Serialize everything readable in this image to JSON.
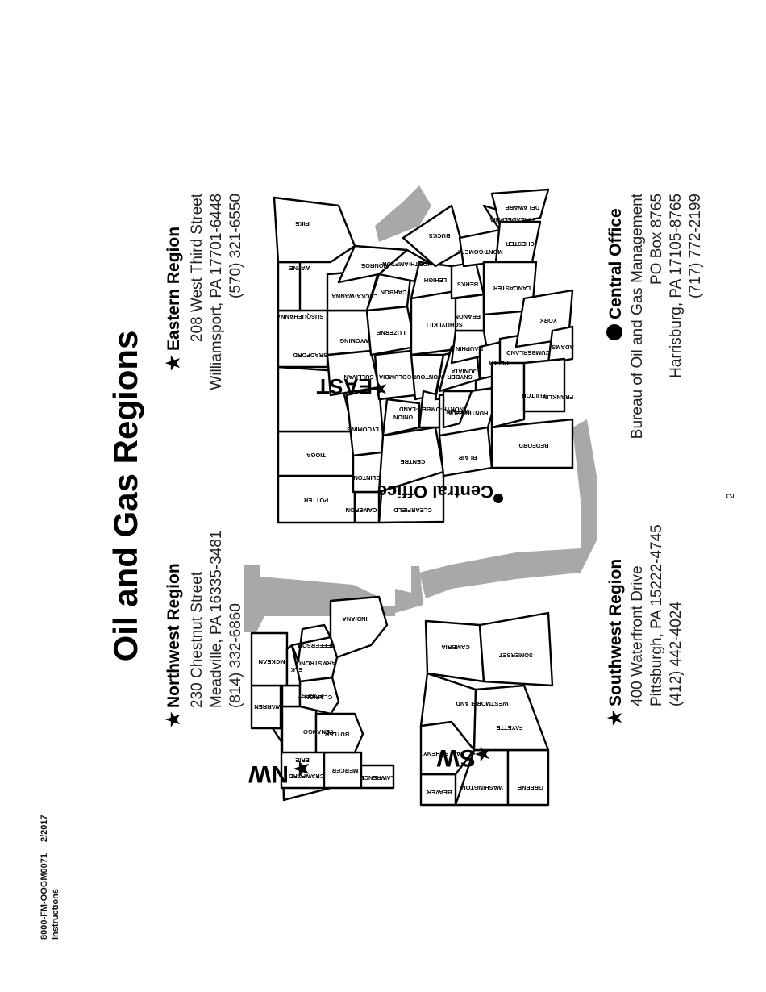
{
  "footer": {
    "form_number": "8000-FM-OOGM0071",
    "date": "2/2017",
    "section": "Instructions"
  },
  "title": "Oil and Gas Regions",
  "page_number": "- 2 -",
  "regions": {
    "northwest": {
      "name": "Northwest Region",
      "line1": "230 Chestnut Street",
      "line2": "Meadville, PA 16335-3481",
      "phone": "(814) 332-6860",
      "map_label": "NW"
    },
    "eastern": {
      "name": "Eastern Region",
      "line1": "208 West Third Street",
      "line2": "Williamsport, PA 17701-6448",
      "phone": "(570) 321-6550",
      "map_label": "EAST"
    },
    "southwest": {
      "name": "Southwest Region",
      "line1": "400 Waterfront Drive",
      "line2": "Pittsburgh, PA 15222-4745",
      "phone": "(412) 442-4024",
      "map_label": "SW"
    },
    "central": {
      "name": "Central Office",
      "line1": "Bureau of Oil and Gas Management",
      "line2": "PO Box 8765",
      "line3": "Harrisburg, PA 17105-8765",
      "phone": "(717) 772-2199",
      "map_label": "Central Office"
    }
  },
  "counties": {
    "northwest": [
      "ERIE",
      "CRAWFORD",
      "MERCER",
      "LAWRENCE",
      "WARREN",
      "VENANGO",
      "BUTLER",
      "FOREST",
      "CLARION",
      "ARMSTRONG",
      "MCKEAN",
      "ELK",
      "JEFFERSON",
      "INDIANA"
    ],
    "southwest": [
      "BEAVER",
      "ALLEGHENY",
      "WASHINGTON",
      "GREENE",
      "WESTMORELAND",
      "FAYETTE",
      "CAMBRIA",
      "SOMERSET"
    ],
    "eastern": [
      "POTTER",
      "TIOGA",
      "BRADFORD",
      "SUSQUEHANNA",
      "WAYNE",
      "PIKE",
      "CAMERON",
      "CLINTON",
      "LYCOMING",
      "SULLIVAN",
      "WYOMING",
      "LACKA-WANNA",
      "MONROE",
      "CLEARFIELD",
      "CENTRE",
      "UNION",
      "COLUMBIA",
      "LUZERNE",
      "CARBON",
      "NORTH-AMPTON",
      "MONTOUR",
      "NORTH-UMBER-LAND",
      "SNYDER",
      "SCHUYLKILL",
      "LEHIGH",
      "BUCKS",
      "BLAIR",
      "HUNTINGDON",
      "MIFFLIN",
      "JUNIATA",
      "DAUPHIN",
      "LEBANON",
      "BERKS",
      "MONT-GOMERY",
      "PHILADELPHIA",
      "DELAWARE",
      "CHESTER",
      "LANCASTER",
      "PERRY",
      "CUMBERLAND",
      "YORK",
      "ADAMS",
      "FRANKLIN",
      "FULTON",
      "BEDFORD"
    ]
  }
}
